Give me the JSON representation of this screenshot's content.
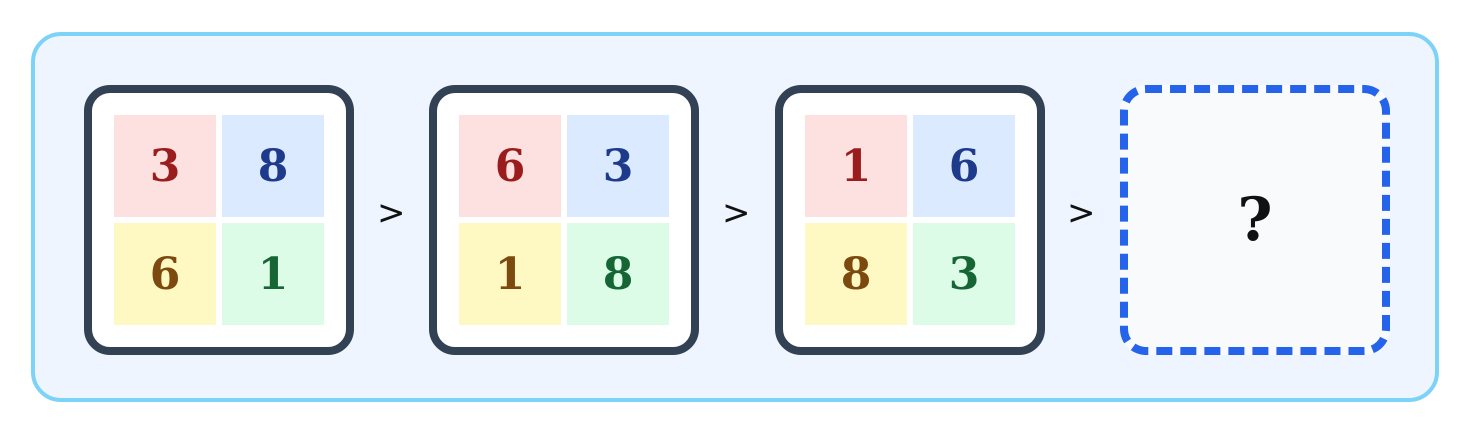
{
  "panels": [
    {
      "top_left": "3",
      "top_right": "8",
      "bottom_left": "6",
      "bottom_right": "1"
    },
    {
      "top_left": "6",
      "top_right": "3",
      "bottom_left": "1",
      "bottom_right": "8"
    },
    {
      "top_left": "1",
      "top_right": "6",
      "bottom_left": "8",
      "bottom_right": "3"
    }
  ],
  "separator": ">",
  "answer": {
    "symbol": "?"
  },
  "colors": {
    "panel_border": "#7dd3f7",
    "panel_background": "#eef5fe",
    "card_border": "#334155",
    "answer_border": "#2563eb",
    "top_left_cell": "#fde0e0",
    "top_right_cell": "#dbeafe",
    "bottom_left_cell": "#fef9c3",
    "bottom_right_cell": "#dcfce7"
  }
}
